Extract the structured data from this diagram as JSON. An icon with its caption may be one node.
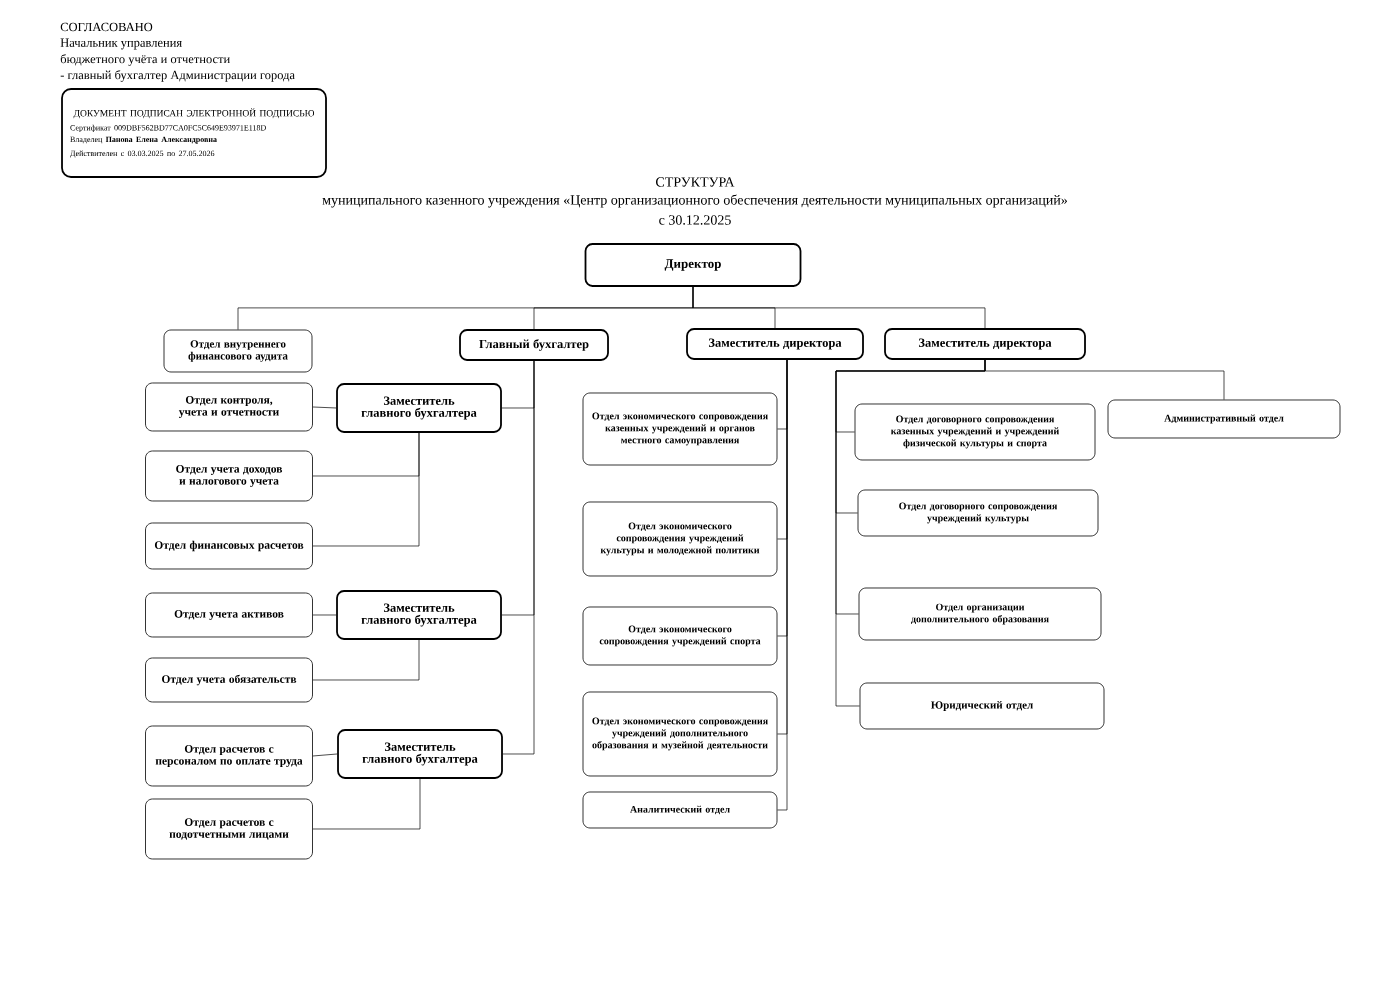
{
  "diagram": {
    "title": "СТРУКТУРА",
    "nodes": [
      {
        "text": [
          "ДОКУМЕНТ ПОДПИСАН ЭЛЕКТРОННОЙ ПОДПИСЬЮ",
          "Сертификат 009DBF562BD77CA0FC5C649E93971E118D",
          "Владелец **Панова Елена Александровна**",
          "Действителен с 03.03.2025 по 27.05.2026"
        ]
      },
      {
        "text": [
          "Директор"
        ]
      },
      {
        "text": [
          "Отдел внутреннего финансового аудита"
        ]
      },
      {
        "text": [
          "Главный бухгалтер"
        ]
      },
      {
        "text": [
          "Заместитель директора"
        ]
      },
      {
        "text": [
          "Заместитель директора"
        ]
      },
      {
        "text": [
          "Отдел контроля, учета и отчетности"
        ]
      },
      {
        "text": [
          "Заместитель главного бухгалтера"
        ]
      },
      {
        "text": [
          "Отдел учета доходов и налогового учета"
        ]
      },
      {
        "text": [
          "Отдел финансовых расчетов"
        ]
      },
      {
        "text": [
          "Отдел учета активов"
        ]
      },
      {
        "text": [
          "Заместитель главного бухгалтера"
        ]
      },
      {
        "text": [
          "Отдел учета обязательств"
        ]
      },
      {
        "text": [
          "Отдел расчетов с персоналом по оплате труда"
        ]
      },
      {
        "text": [
          "Заместитель главного бухгалтера"
        ]
      },
      {
        "text": [
          "Отдел расчетов с подотчетными лицами"
        ]
      },
      {
        "text": [
          "Отдел экономического сопровождения казенных учреждений и органов местного самоуправления"
        ]
      },
      {
        "text": [
          "Отдел экономического сопровождения учреждений культуры и молодежной политики"
        ]
      },
      {
        "text": [
          "Отдел экономического сопровождения учреждений спорта"
        ]
      },
      {
        "text": [
          "Отдел экономического сопровождения учреждений дополнительного образования и музейной деятельности"
        ]
      },
      {
        "text": [
          "Аналитический отдел"
        ]
      },
      {
        "text": [
          "Отдел договорного сопровождения казенных учреждений и учреждений физической культуры и спорта"
        ]
      },
      {
        "text": [
          "Административный отдел"
        ]
      },
      {
        "text": [
          "Отдел договорного сопровождения учреждений культуры"
        ]
      },
      {
        "text": [
          "Отдел организации дополнительного образования"
        ]
      },
      {
        "text": [
          "Юридический отдел"
        ]
      }
    ],
    "edges": [
      {
        "from": 1,
        "to": 2,
        "arrow": "none"
      },
      {
        "from": 1,
        "to": 3,
        "arrow": "none"
      },
      {
        "from": 1,
        "to": 4,
        "arrow": "none"
      },
      {
        "from": 1,
        "to": 5,
        "arrow": "none"
      },
      {
        "from": 3,
        "to": 7,
        "arrow": "none"
      },
      {
        "from": 3,
        "to": 11,
        "arrow": "none"
      },
      {
        "from": 3,
        "to": 14,
        "arrow": "none"
      },
      {
        "from": 7,
        "to": 6,
        "arrow": "none"
      },
      {
        "from": 7,
        "to": 8,
        "arrow": "none"
      },
      {
        "from": 7,
        "to": 9,
        "arrow": "none"
      },
      {
        "from": 11,
        "to": 10,
        "arrow": "none"
      },
      {
        "from": 11,
        "to": 12,
        "arrow": "none"
      },
      {
        "from": 14,
        "to": 13,
        "arrow": "none"
      },
      {
        "from": 14,
        "to": 15,
        "arrow": "none"
      },
      {
        "from": 4,
        "to": 16,
        "arrow": "none"
      },
      {
        "from": 4,
        "to": 17,
        "arrow": "none"
      },
      {
        "from": 4,
        "to": 18,
        "arrow": "none"
      },
      {
        "from": 4,
        "to": 19,
        "arrow": "none"
      },
      {
        "from": 4,
        "to": 20,
        "arrow": "none"
      },
      {
        "from": 5,
        "to": 21,
        "arrow": "none"
      },
      {
        "from": 5,
        "to": 22,
        "arrow": "none"
      },
      {
        "from": 5,
        "to": 23,
        "arrow": "none"
      },
      {
        "from": 5,
        "to": 24,
        "arrow": "none"
      },
      {
        "from": 5,
        "to": 25,
        "arrow": "none"
      }
    ],
    "labels": [
      "СОГЛАСОВАНО",
      "Начальник управления",
      "бюджетного учёта и отчетности",
      "- главный бухгалтер Администрации города",
      "муниципального казенного учреждения «Центр организационного обеспечения деятельности муниципальных организаций»",
      "с 30.12.2025"
    ]
  }
}
